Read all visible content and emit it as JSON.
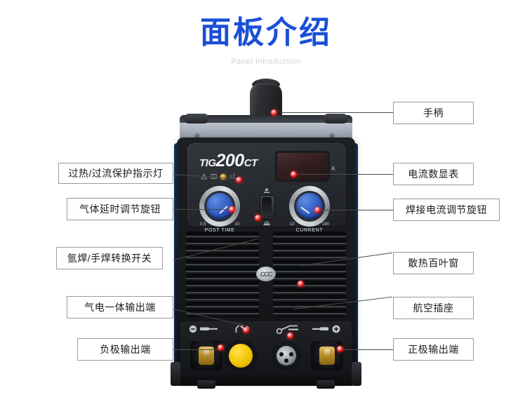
{
  "header": {
    "title": "面板介绍",
    "subtitle": "Panel Introduction"
  },
  "colors": {
    "title_blue": "#1a4fd6",
    "subtitle_gray": "#d2d2d2",
    "label_border": "#9b9b9b",
    "marker_red": "#d40000",
    "knob_blue": "#2a58c0",
    "gas_connector_yellow": "#f0c300",
    "terminal_brass": "#b98d27"
  },
  "callouts": {
    "left": [
      {
        "id": "overheat-indicator",
        "label": "过热/过流保护指示灯"
      },
      {
        "id": "gas-delay-knob",
        "label": "气体延时调节旋钮"
      },
      {
        "id": "tig-mma-switch",
        "label": "氩焊/手焊转换开关"
      },
      {
        "id": "gas-electric-output",
        "label": "气电一体输出端"
      },
      {
        "id": "negative-output",
        "label": "负极输出端"
      }
    ],
    "right": [
      {
        "id": "handle",
        "label": "手柄"
      },
      {
        "id": "current-display",
        "label": "电流数显表"
      },
      {
        "id": "welding-current-knob",
        "label": "焊接电流调节旋钮"
      },
      {
        "id": "cooling-louver",
        "label": "散热百叶窗"
      },
      {
        "id": "aviation-socket",
        "label": "航空插座"
      },
      {
        "id": "positive-output",
        "label": "正极输出端"
      }
    ]
  },
  "machine": {
    "brand_tig": "TIG",
    "brand_number": "200",
    "brand_ct": "CT",
    "display_unit": "A",
    "certification_badge": "CCC",
    "knob_left": {
      "name": "POST TIME",
      "scale_min": "0.5",
      "scale_max": "10"
    },
    "knob_right": {
      "name": "CURRENT",
      "scale_min": "10",
      "scale_max": "180"
    },
    "indicator_icons": [
      "warning-triangle-icon",
      "thermal-protection-icon",
      "power-indicator-icon"
    ],
    "switch_icons": [
      "tig-torch-icon",
      "mma-electrode-icon"
    ],
    "connector_icons": [
      "negative-polarity-icon",
      "torch-connector-icon",
      "remote-control-icon",
      "positive-polarity-icon"
    ]
  }
}
